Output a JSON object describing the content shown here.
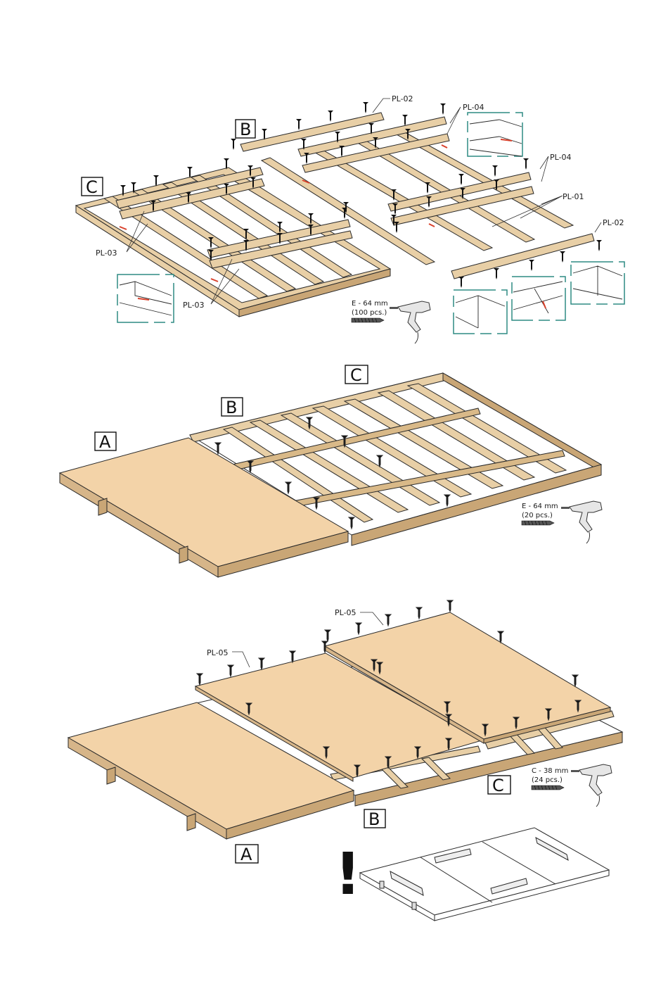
{
  "step1": {
    "section_labels": [
      "B",
      "C"
    ],
    "part_labels": {
      "pl02_top": "PL-02",
      "pl04_top": "PL-04",
      "pl04_right": "PL-04",
      "pl01": "PL-01",
      "pl02_right": "PL-02",
      "pl03_left": "PL-03",
      "pl03_bottom": "PL-03"
    },
    "screw_line1": "E - 64 mm",
    "screw_line2": "(100 pcs.)"
  },
  "step2": {
    "section_labels": [
      "A",
      "B",
      "C"
    ],
    "screw_line1": "E - 64 mm",
    "screw_line2": "(20 pcs.)"
  },
  "step3": {
    "part_labels": {
      "pl05_top": "PL-05",
      "pl05_left": "PL-05"
    },
    "section_labels": [
      "A",
      "B",
      "C"
    ],
    "screw_line1": "C - 38 mm",
    "screw_line2": "(24 pcs.)"
  },
  "warning": {
    "symbol": "!"
  },
  "colors": {
    "wood": "#e8cfa6",
    "wood_dark": "#b8976a",
    "board": "#f3d3a8",
    "detail_frame": "#2e8b84",
    "cut_mark": "#d9412b",
    "outline": "#2a2a2a"
  }
}
